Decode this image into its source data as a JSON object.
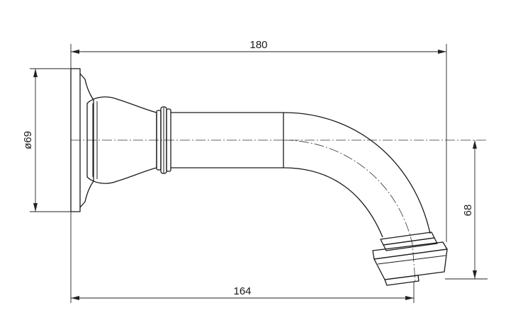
{
  "dimensions": {
    "overall_length": "180",
    "projection_length": "164",
    "flange_diameter": "ø69",
    "drop_height": "68"
  }
}
